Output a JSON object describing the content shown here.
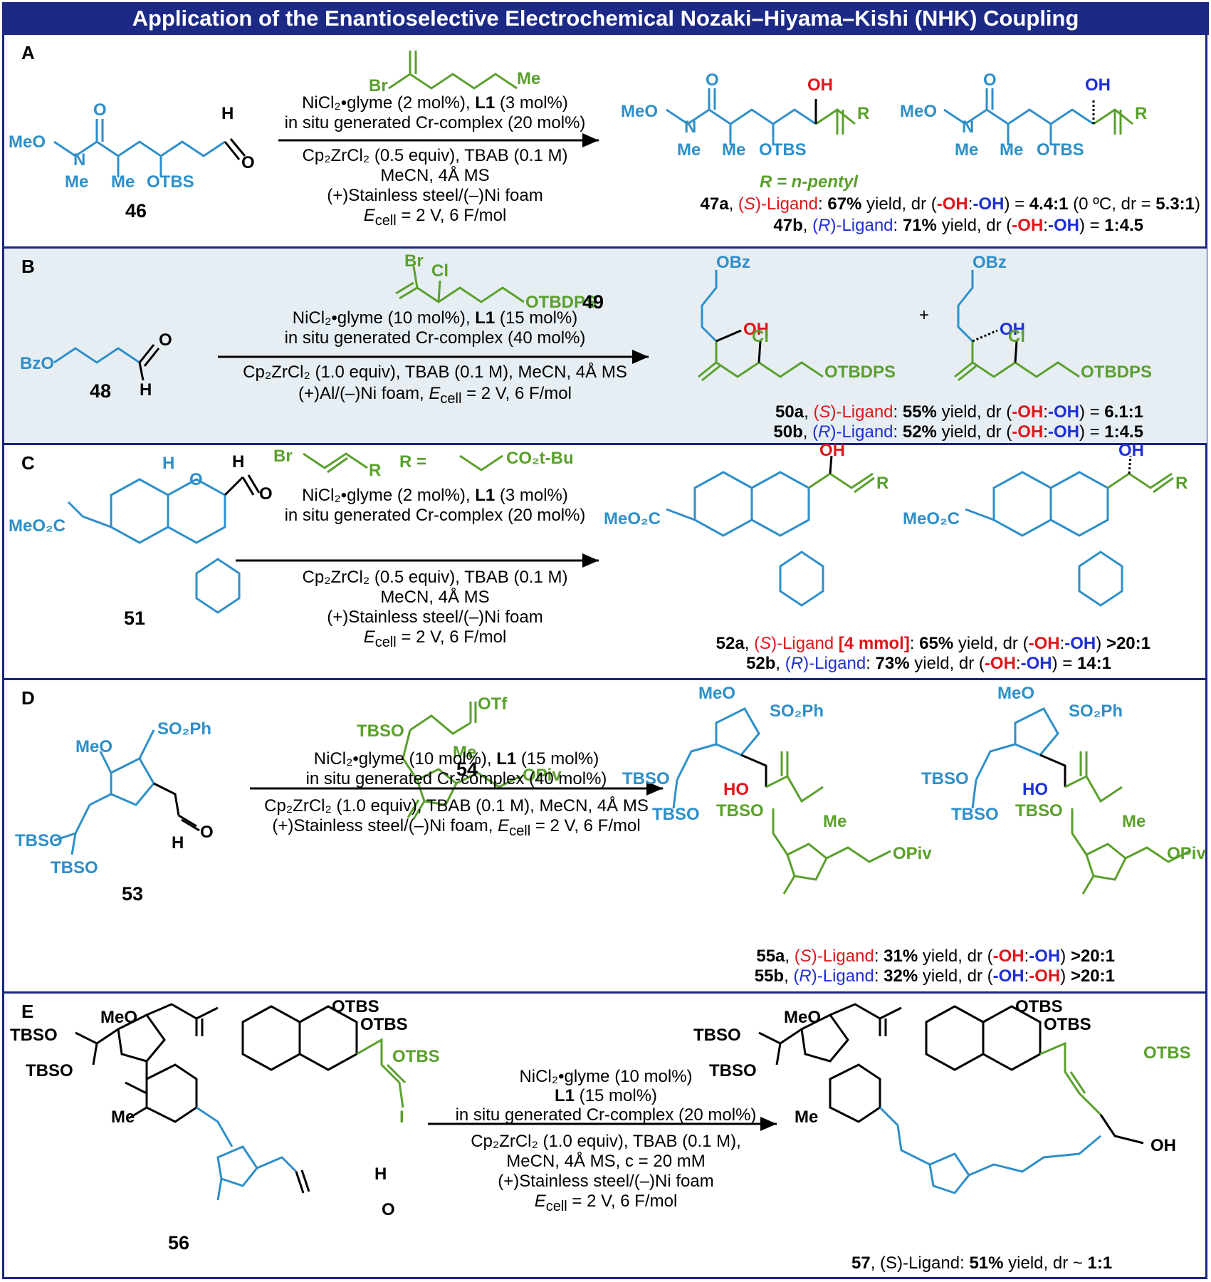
{
  "title": "Application of the Enantioselective Electrochemical Nozaki–Hiyama–Kishi (NHK) Coupling",
  "colors": {
    "banner": "#1c2a86",
    "substrate": "#2e8fc9",
    "reagent": "#5aa02c",
    "S_ligand": "#e0161b",
    "R_ligand": "#1f2fd6",
    "panelB_bg": "#e6eef4"
  },
  "panels": {
    "A": {
      "label": "A",
      "substrate_number": "46",
      "reagent_atoms": {
        "br": "Br",
        "me": "Me"
      },
      "substrate_atoms": {
        "meo": "MeO",
        "n": "N",
        "me1": "Me",
        "me2": "Me",
        "otbs": "OTBS",
        "o1": "O",
        "h": "H",
        "o2": "O"
      },
      "cond_top": [
        "NiCl₂•glyme (2 mol%), ",
        "L1",
        " (3 mol%)",
        "in situ generated Cr-complex (20 mol%)"
      ],
      "cond_bottom": [
        "Cp₂ZrCl₂ (0.5 equiv), TBAB (0.1 M)",
        "MeCN, 4Å MS",
        "(+)Stainless steel/(–)Ni foam",
        "E",
        "cell",
        " = 2 V, 6 F/mol"
      ],
      "product_atoms": {
        "meo": "MeO",
        "n": "N",
        "me1": "Me",
        "me2": "Me",
        "otbs": "OTBS",
        "o": "O",
        "oh": "OH",
        "r": "R"
      },
      "r_def": "R = n-pentyl",
      "results": [
        {
          "id": "47a",
          "ligand_prefix": "(",
          "ligand_letter": "S",
          "ligand_suffix": ")-Ligand",
          "yield": "67%",
          "text": " yield, dr (",
          "oh1": "-OH",
          ":": ":",
          "oh2": "-OH",
          "close": ") = ",
          "ratio": "4.4:1",
          "extra": " (0 ºC, dr = ",
          "extra_ratio": "5.3:1",
          "extra_close": ")"
        },
        {
          "id": "47b",
          "ligand_prefix": "(",
          "ligand_letter": "R",
          "ligand_suffix": ")-Ligand",
          "yield": "71%",
          "text": " yield, dr (",
          "oh1": "-OH",
          ":": ":",
          "oh2": "-OH",
          "close": ") = ",
          "ratio": "1:4.5"
        }
      ]
    },
    "B": {
      "label": "B",
      "substrate_number": "48",
      "reagent_number": "49",
      "reagent_atoms": {
        "br": "Br",
        "cl": "Cl",
        "otbdps": "OTBDPS"
      },
      "substrate_atoms": {
        "bzo": "BzO",
        "o": "O",
        "h": "H"
      },
      "cond_top": [
        "NiCl₂•glyme (10 mol%), ",
        "L1",
        " (15 mol%)",
        "in situ generated Cr-complex (40 mol%)"
      ],
      "cond_bottom": [
        "Cp₂ZrCl₂ (1.0 equiv), TBAB (0.1 M), MeCN, 4Å MS",
        "(+)Al/(–)Ni foam, ",
        "E",
        "cell",
        " = 2 V, 6 F/mol"
      ],
      "product_atoms": {
        "obz": "OBz",
        "oh": "OH",
        "cl": "Cl",
        "otbdps": "OTBDPS"
      },
      "plus": "+",
      "results": [
        {
          "id": "50a",
          "ligand_letter": "S",
          "yield": "55%",
          "ratio": "6.1:1"
        },
        {
          "id": "50b",
          "ligand_letter": "R",
          "yield": "52%",
          "ratio": "1:4.5"
        }
      ]
    },
    "C": {
      "label": "C",
      "substrate_number": "51",
      "reagent_atoms": {
        "br": "Br",
        "r": "R",
        "r_eq": "R =",
        "co2tbu": "CO₂t-Bu"
      },
      "substrate_atoms": {
        "meo2c": "MeO₂C",
        "o": "O",
        "h": "H"
      },
      "cond_top": [
        "NiCl₂•glyme (2 mol%), ",
        "L1",
        " (3 mol%)",
        "in situ generated Cr-complex (20 mol%)"
      ],
      "cond_bottom": [
        "Cp₂ZrCl₂ (0.5 equiv), TBAB (0.1 M)",
        "MeCN, 4Å MS",
        "(+)Stainless steel/(–)Ni foam",
        "E",
        "cell",
        " = 2 V, 6 F/mol"
      ],
      "product_atoms": {
        "oh": "OH",
        "r": "R"
      },
      "results": [
        {
          "id": "52a",
          "ligand_letter": "S",
          "scale": " [4 mmol]",
          "yield": "65%",
          "ratio": ">20:1"
        },
        {
          "id": "52b",
          "ligand_letter": "R",
          "yield": "73%",
          "ratio": "14:1"
        }
      ]
    },
    "D": {
      "label": "D",
      "substrate_number": "53",
      "reagent_number": "54",
      "reagent_atoms": {
        "tbso": "TBSO",
        "otf": "OTf",
        "me": "Me",
        "o": "O",
        "opiv": "OPiv"
      },
      "substrate_atoms": {
        "meo": "MeO",
        "so2ph": "SO₂Ph",
        "tbso": "TBSO",
        "o": "O",
        "h": "H"
      },
      "cond_top": [
        "NiCl₂•glyme (10 mol%), ",
        "L1",
        " (15 mol%)",
        "in situ generated Cr-complex (40 mol%)"
      ],
      "cond_bottom": [
        "Cp₂ZrCl₂ (1.0 equiv), TBAB (0.1 M), MeCN, 4Å MS",
        "(+)Stainless steel/(–)Ni foam, ",
        "E",
        "cell",
        " = 2 V, 6 F/mol"
      ],
      "product_atoms": {
        "ho": "HO",
        "me": "Me",
        "opiv": "OPiv"
      },
      "results": [
        {
          "id": "55a",
          "ligand_letter": "S",
          "yield": "31%",
          "ratio": ">20:1"
        },
        {
          "id": "55b",
          "ligand_letter": "R",
          "yield": "32%",
          "ratio": ">20:1"
        }
      ]
    },
    "E": {
      "label": "E",
      "substrate_number": "56",
      "product_number": "57",
      "substrate_atoms": {
        "meo": "MeO",
        "tbso": "TBSO",
        "otbs": "OTBS",
        "o": "O",
        "h": "H",
        "i": "I",
        "me": "Me"
      },
      "cond_top": [
        "NiCl₂•glyme (10 mol%)",
        "L1",
        " (15 mol%)",
        "in situ generated Cr-complex (20 mol%)"
      ],
      "cond_bottom": [
        "Cp₂ZrCl₂ (1.0 equiv), TBAB (0.1 M),",
        "MeCN, 4Å MS, c = 20 mM",
        "(+)Stainless steel/(–)Ni foam",
        "E",
        "cell",
        " = 2 V, 6 F/mol"
      ],
      "product_atoms": {
        "oh": "OH"
      },
      "result": {
        "id": "57",
        "ligand": ", (S)-Ligand: ",
        "yield": "51%",
        "text": " yield, dr ~ ",
        "ratio": "1:1"
      }
    }
  }
}
